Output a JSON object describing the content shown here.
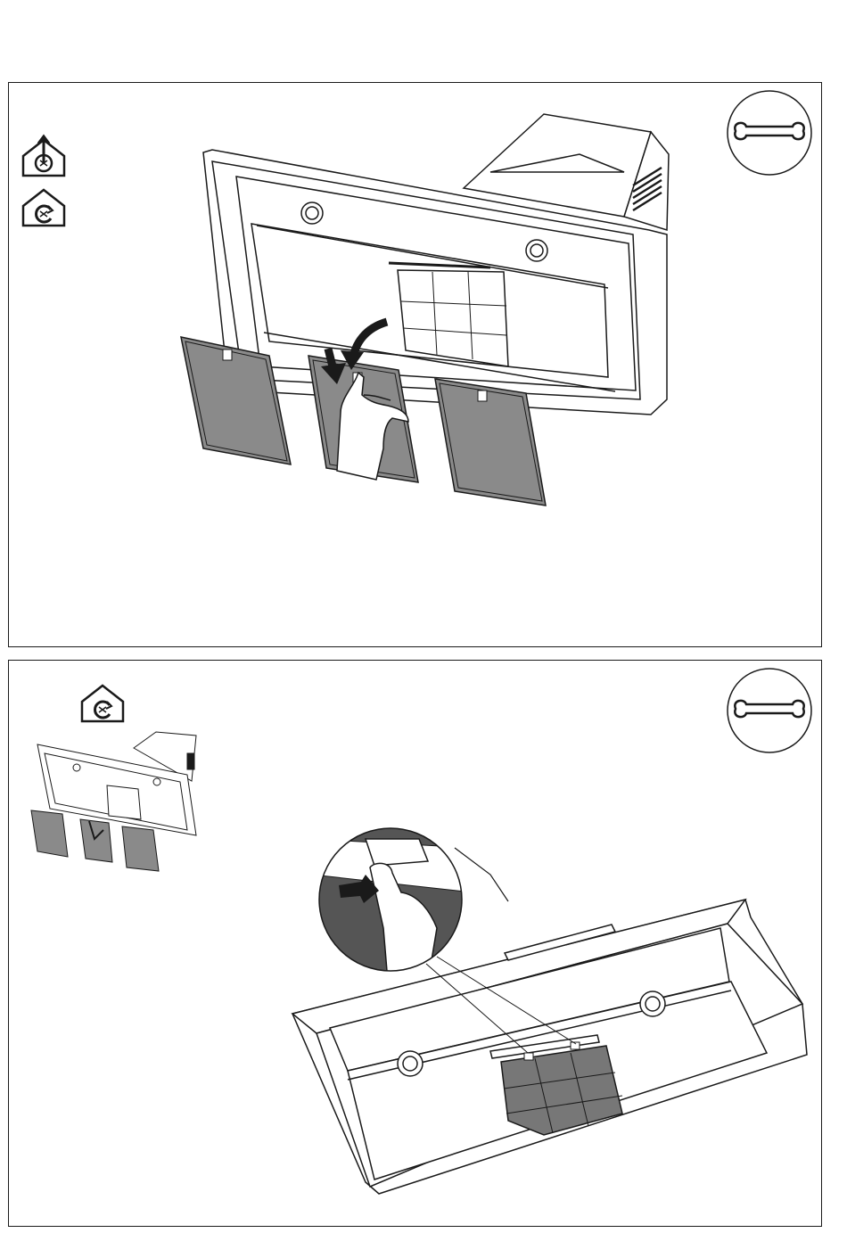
{
  "document": {
    "panels": [
      {
        "id": "remove-grease-filters",
        "icons": [
          "ducted-mode-house-icon",
          "recirculation-mode-house-icon",
          "wrench-icon"
        ],
        "illustration": "hood-with-three-grease-filters-one-being-released-by-hand"
      },
      {
        "id": "remove-carbon-filter",
        "icons": [
          "recirculation-mode-house-icon",
          "wrench-icon"
        ],
        "illustration": "hood-with-carbon-filter-detail-zoom"
      }
    ],
    "colors": {
      "line": "#1a1a1a",
      "filter_fill": "#8a8a8a",
      "carbon_fill": "#777777",
      "zoom_fill": "#555555"
    }
  }
}
